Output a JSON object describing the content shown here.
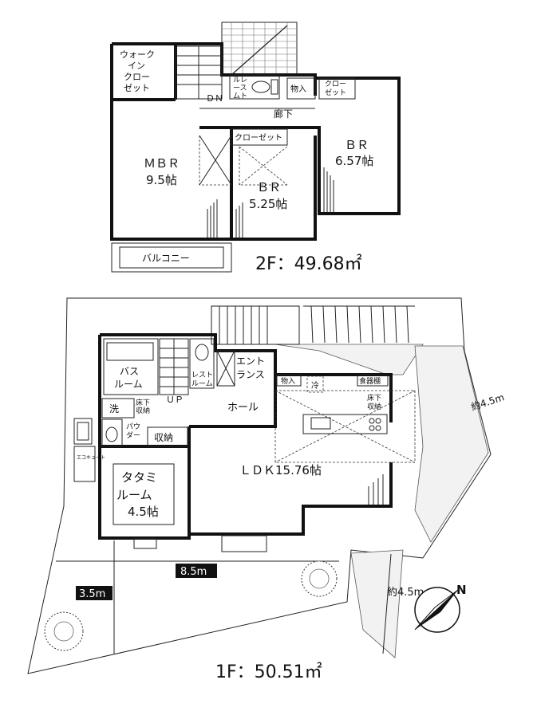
{
  "floor2": {
    "area_label": "2F：49.68㎡",
    "rooms": {
      "walkin": [
        "ウォーク",
        "イン",
        "クロー",
        "ゼット"
      ],
      "mbr_name": "ＭＢＲ",
      "mbr_size": "9.5帖",
      "br1_name": "ＢＲ",
      "br1_size": "6.57帖",
      "br2_name": "ＢＲ",
      "br2_size": "5.25帖",
      "closet_top": [
        "クロー",
        "ゼット"
      ],
      "closet_mid": "クローゼット",
      "storage": "物入",
      "hallway": "廊下",
      "toilet": [
        "ルレ",
        "ース",
        "ムト"
      ],
      "balcony": "バルコニー",
      "stair_dn": "ＤＮ"
    }
  },
  "floor1": {
    "area_label": "1F：50.51㎡",
    "rooms": {
      "bath": [
        "バス",
        "ルーム"
      ],
      "wash": "洗",
      "yuka_shuno_1": [
        "床下",
        "収納"
      ],
      "powder": [
        "パウ",
        "ダー"
      ],
      "shuno": "収納",
      "restroom": [
        "レスト",
        "ルーム"
      ],
      "stair_up": "ＵＰ",
      "entrance": [
        "エント",
        "ランス"
      ],
      "storage": "物入",
      "hall": "ホール",
      "reizo": "冷",
      "shokkidana": "食器棚",
      "yuka_shuno_2": [
        "床下",
        "収納"
      ],
      "ldk": "ＬＤＫ15.76帖",
      "tatami": [
        "タタミ",
        "ルーム",
        "4.5帖"
      ],
      "ecocute": "エコキュート"
    },
    "dimensions": {
      "width": "8.5m",
      "depth": "3.5m",
      "approx_right": "約4.5m",
      "approx_road": "約4.5m"
    },
    "compass": "N"
  }
}
